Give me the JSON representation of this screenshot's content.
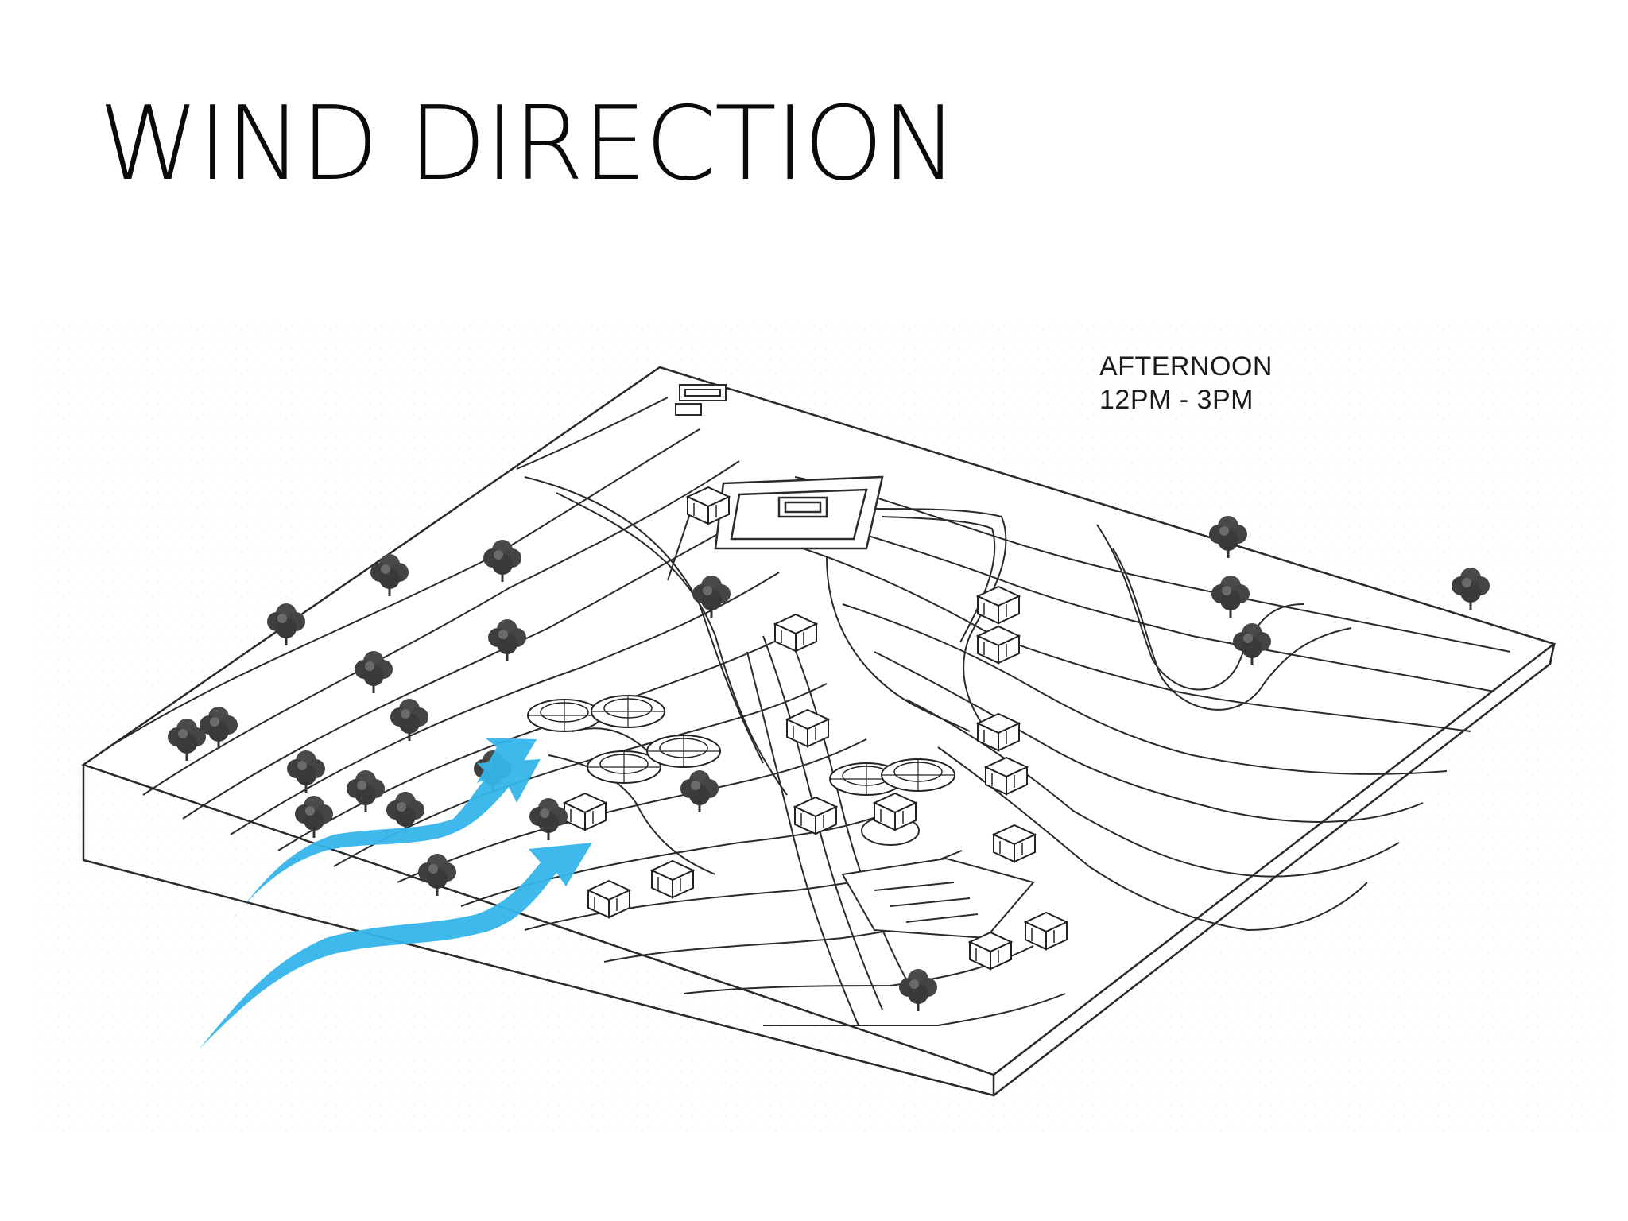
{
  "slide": {
    "title": "WIND DIRECTION"
  },
  "diagram": {
    "period_label": "AFTERNOON",
    "time_range": "12PM - 3PM",
    "wind_arrow_color": "#35b6ea",
    "tree_color": "#4a4a4a",
    "line_color": "#2a2a2a"
  }
}
